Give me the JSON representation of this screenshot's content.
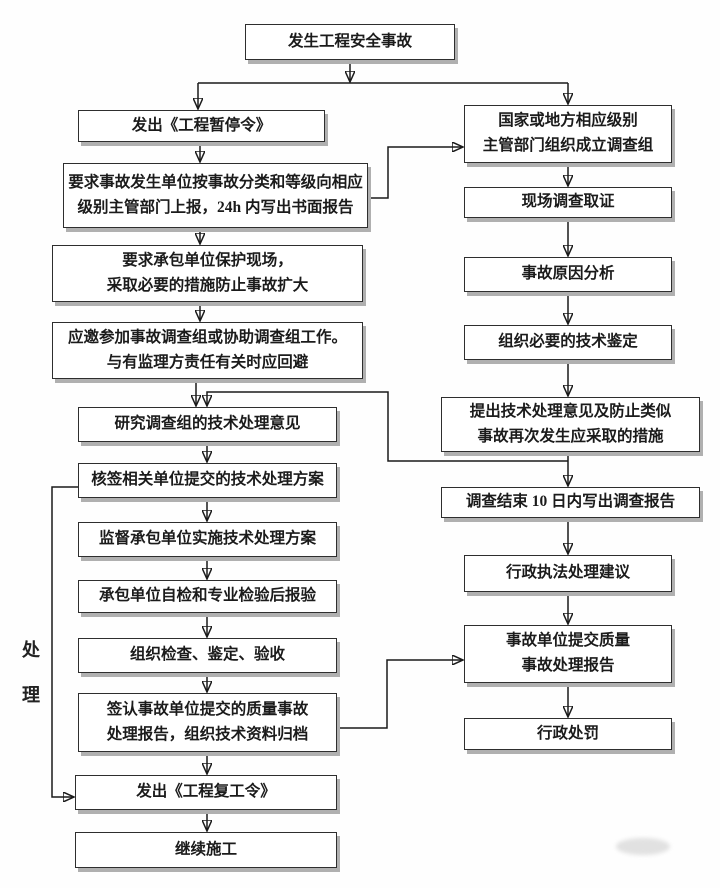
{
  "flow": {
    "start": "发生工程安全事故",
    "side_label": "处理",
    "left": [
      "发出《工程暂停令》",
      "要求事故发生单位按事故分类和等级向相应\n级别主管部门上报，24h 内写出书面报告",
      "要求承包单位保护现场，\n采取必要的措施防止事故扩大",
      "应邀参加事故调查组或协助调查组工作。\n与有监理方责任有关时应回避",
      "研究调查组的技术处理意见",
      "核签相关单位提交的技术处理方案",
      "监督承包单位实施技术处理方案",
      "承包单位自检和专业检验后报验",
      "组织检查、鉴定、验收",
      "签认事故单位提交的质量事故\n处理报告，组织技术资料归档",
      "发出《工程复工令》",
      "继续施工"
    ],
    "right": [
      "国家或地方相应级别\n主管部门组织成立调查组",
      "现场调查取证",
      "事故原因分析",
      "组织必要的技术鉴定",
      "提出技术处理意见及防止类似\n事故再次发生应采取的措施",
      "调查结束 10 日内写出调查报告",
      "行政执法处理建议",
      "事故单位提交质量\n事故处理报告",
      "行政处罚"
    ],
    "colors": {
      "box_border": "#2e2e2e",
      "box_shadow": "#b0b0b0",
      "line": "#1a1a1a",
      "text": "#1b1b1b"
    }
  }
}
